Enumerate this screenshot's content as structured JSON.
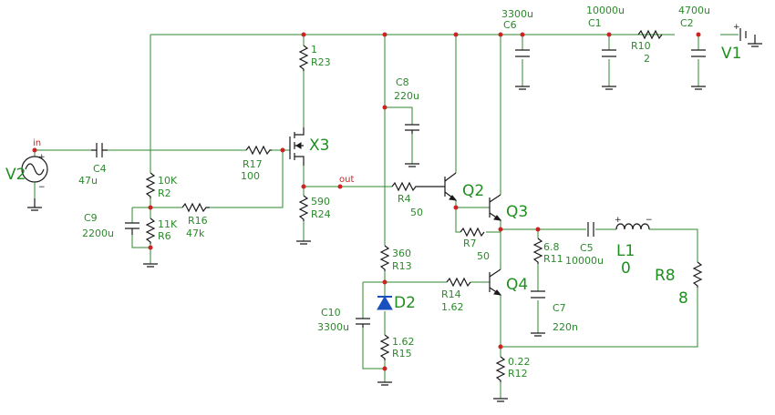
{
  "colors": {
    "wire": "#2f8a2f",
    "component": "#1a1a1a",
    "node": "#cc2222",
    "label": "#2b8a2b"
  },
  "nets": {
    "in": "in",
    "out": "out"
  },
  "components": {
    "V1": {
      "ref": "V1"
    },
    "V2": {
      "ref": "V2"
    },
    "X3": {
      "ref": "X3"
    },
    "Q2": {
      "ref": "Q2"
    },
    "Q3": {
      "ref": "Q3"
    },
    "Q4": {
      "ref": "Q4"
    },
    "D2": {
      "ref": "D2"
    },
    "L1": {
      "ref": "L1",
      "value": "0"
    },
    "R8": {
      "ref": "R8",
      "value": "8"
    },
    "R23": {
      "ref": "R23",
      "value": "1"
    },
    "R2": {
      "ref": "R2",
      "value": "10K"
    },
    "R6": {
      "ref": "R6",
      "value": "11K"
    },
    "R16": {
      "ref": "R16",
      "value": "47k"
    },
    "R17": {
      "ref": "R17",
      "value": "100"
    },
    "R24": {
      "ref": "R24",
      "value": "590"
    },
    "R4": {
      "ref": "R4",
      "value": "50"
    },
    "R7": {
      "ref": "R7",
      "value": "50"
    },
    "R13": {
      "ref": "R13",
      "value": "360"
    },
    "R14": {
      "ref": "R14",
      "value": "1.62"
    },
    "R15": {
      "ref": "R15",
      "value": "1.62"
    },
    "R11": {
      "ref": "R11",
      "value": "6.8"
    },
    "R12": {
      "ref": "R12",
      "value": "0.22"
    },
    "R10": {
      "ref": "R10",
      "value": "2"
    },
    "C4": {
      "ref": "C4",
      "value": "47u"
    },
    "C9": {
      "ref": "C9",
      "value": "2200u"
    },
    "C8": {
      "ref": "C8",
      "value": "220u"
    },
    "C10": {
      "ref": "C10",
      "value": "3300u"
    },
    "C6": {
      "ref": "C6",
      "value": "3300u"
    },
    "C1": {
      "ref": "C1",
      "value": "10000u"
    },
    "C2": {
      "ref": "C2",
      "value": "4700u"
    },
    "C5": {
      "ref": "C5",
      "value": "10000u"
    },
    "C7": {
      "ref": "C7",
      "value": "220n"
    }
  }
}
